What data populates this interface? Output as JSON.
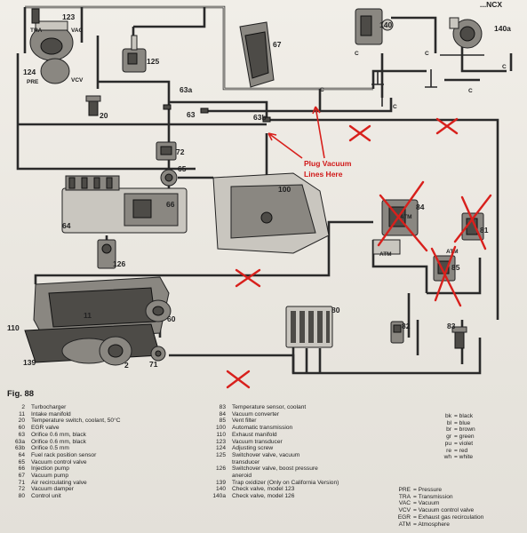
{
  "figure": {
    "header_fragment": "...NCX",
    "caption": "Fig. 88",
    "note": [
      "Plug Vacuum",
      "Lines Here"
    ],
    "component_labels": [
      "123",
      "TRA",
      "VAC",
      "125",
      "124",
      "PRE",
      "VCV",
      "20",
      "63a",
      "63",
      "63b",
      "67",
      "140",
      "C",
      "140a",
      "72",
      "65",
      "66",
      "64",
      "100",
      "84",
      "ATM",
      "81",
      "85",
      "126",
      "60",
      "11",
      "80",
      "82",
      "83",
      "110",
      "139",
      "2",
      "71"
    ]
  },
  "legend_left": [
    {
      "num": "2",
      "text": "Turbocharger"
    },
    {
      "num": "11",
      "text": "Intake manifold"
    },
    {
      "num": "20",
      "text": "Temperature switch, coolant, 50°C"
    },
    {
      "num": "60",
      "text": "EGR valve"
    },
    {
      "num": "63",
      "text": "Orifice 0.6 mm, black"
    },
    {
      "num": "63a",
      "text": "Orifice 0.6 mm, black"
    },
    {
      "num": "63b",
      "text": "Orifice 0.5 mm"
    },
    {
      "num": "64",
      "text": "Fuel rack position sensor"
    },
    {
      "num": "65",
      "text": "Vacuum control valve"
    },
    {
      "num": "66",
      "text": "Injection pump"
    },
    {
      "num": "67",
      "text": "Vacuum pump"
    },
    {
      "num": "71",
      "text": "Air recirculating valve"
    },
    {
      "num": "72",
      "text": "Vacuum damper"
    },
    {
      "num": "80",
      "text": "Control unit"
    }
  ],
  "legend_mid": [
    {
      "num": "83",
      "text": "Temperature sensor, coolant"
    },
    {
      "num": "84",
      "text": "Vacuum converter"
    },
    {
      "num": "85",
      "text": "Vent filter"
    },
    {
      "num": "100",
      "text": "Automatic transmission"
    },
    {
      "num": "110",
      "text": "Exhaust manifold"
    },
    {
      "num": "123",
      "text": "Vacuum transducer"
    },
    {
      "num": "124",
      "text": "Adjusting screw"
    },
    {
      "num": "125",
      "text": "Switchover valve, vacuum"
    },
    {
      "num": "",
      "text": "transducer"
    },
    {
      "num": "126",
      "text": "Switchover valve, boost pressure"
    },
    {
      "num": "",
      "text": "aneroid"
    },
    {
      "num": "139",
      "text": "Trap oxidizer (Only on California Version)"
    },
    {
      "num": "140",
      "text": "Check valve, model 123"
    },
    {
      "num": "140a",
      "text": "Check valve, model 126"
    }
  ],
  "legend_colors": [
    {
      "code": "bk",
      "text": "= black"
    },
    {
      "code": "bl",
      "text": "= blue"
    },
    {
      "code": "br",
      "text": "= brown"
    },
    {
      "code": "gr",
      "text": "= green"
    },
    {
      "code": "pu",
      "text": "= violet"
    },
    {
      "code": "re",
      "text": "= red"
    },
    {
      "code": "wh",
      "text": "= white"
    }
  ],
  "legend_abbr": [
    {
      "code": "PRE",
      "text": "= Pressure"
    },
    {
      "code": "TRA",
      "text": "= Transmission"
    },
    {
      "code": "VAC",
      "text": "= Vacuum"
    },
    {
      "code": "VCV",
      "text": "= Vacuum control valve"
    },
    {
      "code": "EGR",
      "text": "= Exhaust gas recirculation"
    },
    {
      "code": "ATM",
      "text": "= Atmosphere"
    }
  ],
  "colors": {
    "annotation": "#d8201c",
    "ink": "#2a2a2a"
  }
}
